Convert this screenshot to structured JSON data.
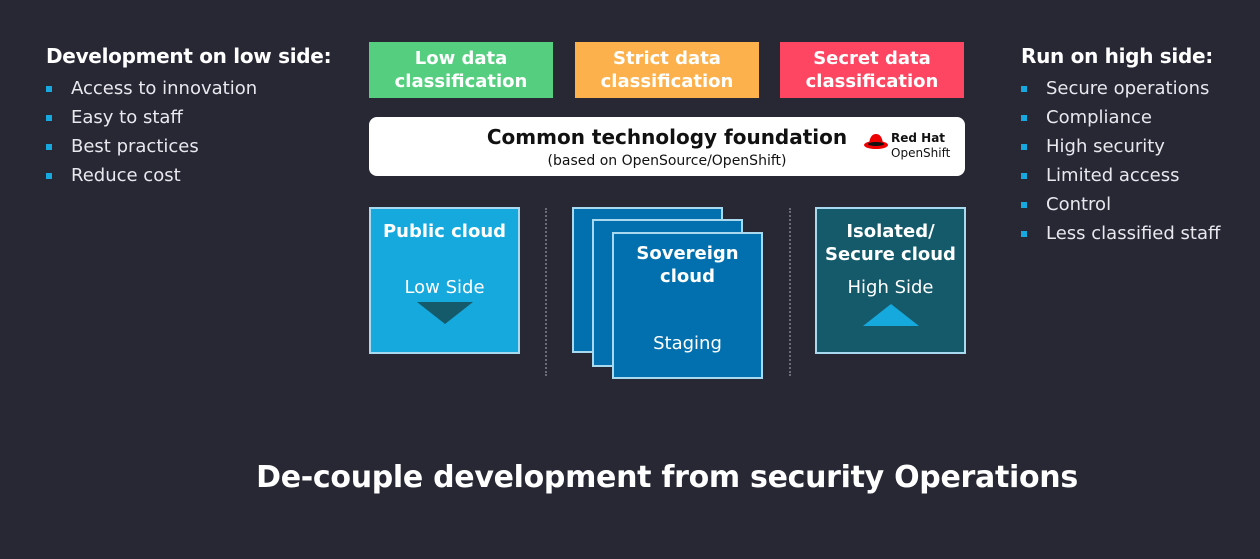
{
  "left": {
    "heading": "Development on low side:",
    "items": [
      "Access to innovation",
      "Easy to staff",
      "Best practices",
      "Reduce cost"
    ]
  },
  "right": {
    "heading": "Run on high side:",
    "items": [
      "Secure operations",
      "Compliance",
      "High security",
      "Limited access",
      "Control",
      "Less classified staff"
    ]
  },
  "classifications": [
    {
      "line1": "Low data",
      "line2": "classification",
      "color": "#55cf7f"
    },
    {
      "line1": "Strict data",
      "line2": "classification",
      "color": "#fdb14c"
    },
    {
      "line1": "Secret data",
      "line2": "classification",
      "color": "#fe4561"
    }
  ],
  "foundation": {
    "title": "Common technology foundation",
    "subtitle": "(based on OpenSource/OpenShift)",
    "logo_line1": "Red Hat",
    "logo_line2": "OpenShift"
  },
  "clouds": {
    "public": {
      "title": "Public cloud",
      "label": "Low Side"
    },
    "sovereign": {
      "title1": "Sovereign",
      "title2": "cloud",
      "label": "Staging"
    },
    "isolated": {
      "title1": "Isolated/",
      "title2": "Secure cloud",
      "label": "High Side"
    }
  },
  "caption": "De-couple development from security Operations"
}
